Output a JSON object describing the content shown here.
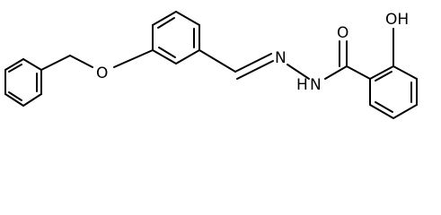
{
  "molecule": {
    "atoms": {
      "ether_oxygen": "O",
      "imine_nitrogen": "N",
      "amide_nitrogen": "N",
      "amide_hydrogen": "H",
      "carbonyl_oxygen": "O",
      "hydroxyl": "OH"
    }
  }
}
